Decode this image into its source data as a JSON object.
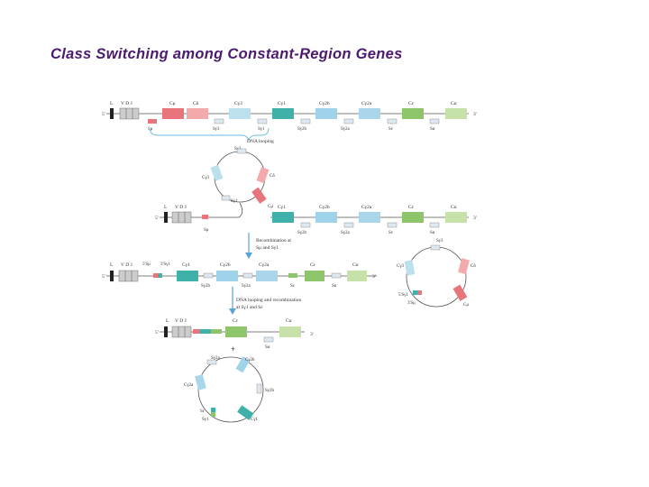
{
  "slide": {
    "title": "Class Switching among Constant-Region Genes"
  },
  "colors": {
    "title": "#4b1a6e",
    "mu": "#e8747c",
    "delta": "#f4a9ab",
    "gamma3": "#bde0ef",
    "gamma1": "#3fb1a8",
    "gamma2b": "#9fd3ea",
    "gamma2a": "#aad6ec",
    "epsilon": "#8fc56a",
    "alpha": "#c6e2a8",
    "switch_box": "#dfe8f1",
    "arrow": "#5aa4d4",
    "bracket": "#6ab8e0"
  },
  "labels": {
    "five_prime": "5'",
    "three_prime": "3'",
    "L": "L",
    "VDJ": "V D J",
    "c_mu": "Cμ",
    "c_delta": "Cδ",
    "c_g3": "Cγ3",
    "c_g1": "Cγ1",
    "c_g2b": "Cγ2b",
    "c_g2a": "Cγ2a",
    "c_eps": "Cε",
    "c_alpha": "Cα",
    "s_mu": "Sμ",
    "s_g3": "Sγ3",
    "s_g1": "Sγ1",
    "s_g2b": "Sγ2b",
    "s_g2a": "Sγ2a",
    "s_eps": "Sε",
    "s_alpha": "Sα",
    "s_mu_g1": "5'Sμ",
    "s_g1_mu": "3'Sγ1",
    "s_g1_split": "5'Sγ1",
    "s_mu_split": "3'Sμ",
    "dna_looping": "DNA looping",
    "recomb_1": "Recombination at",
    "recomb_2": "Sμ and Sγ1",
    "loop_recomb_1": "DNA looping and recombination",
    "loop_recomb_2": "at Sγ1 and Sε",
    "plus": "+"
  }
}
